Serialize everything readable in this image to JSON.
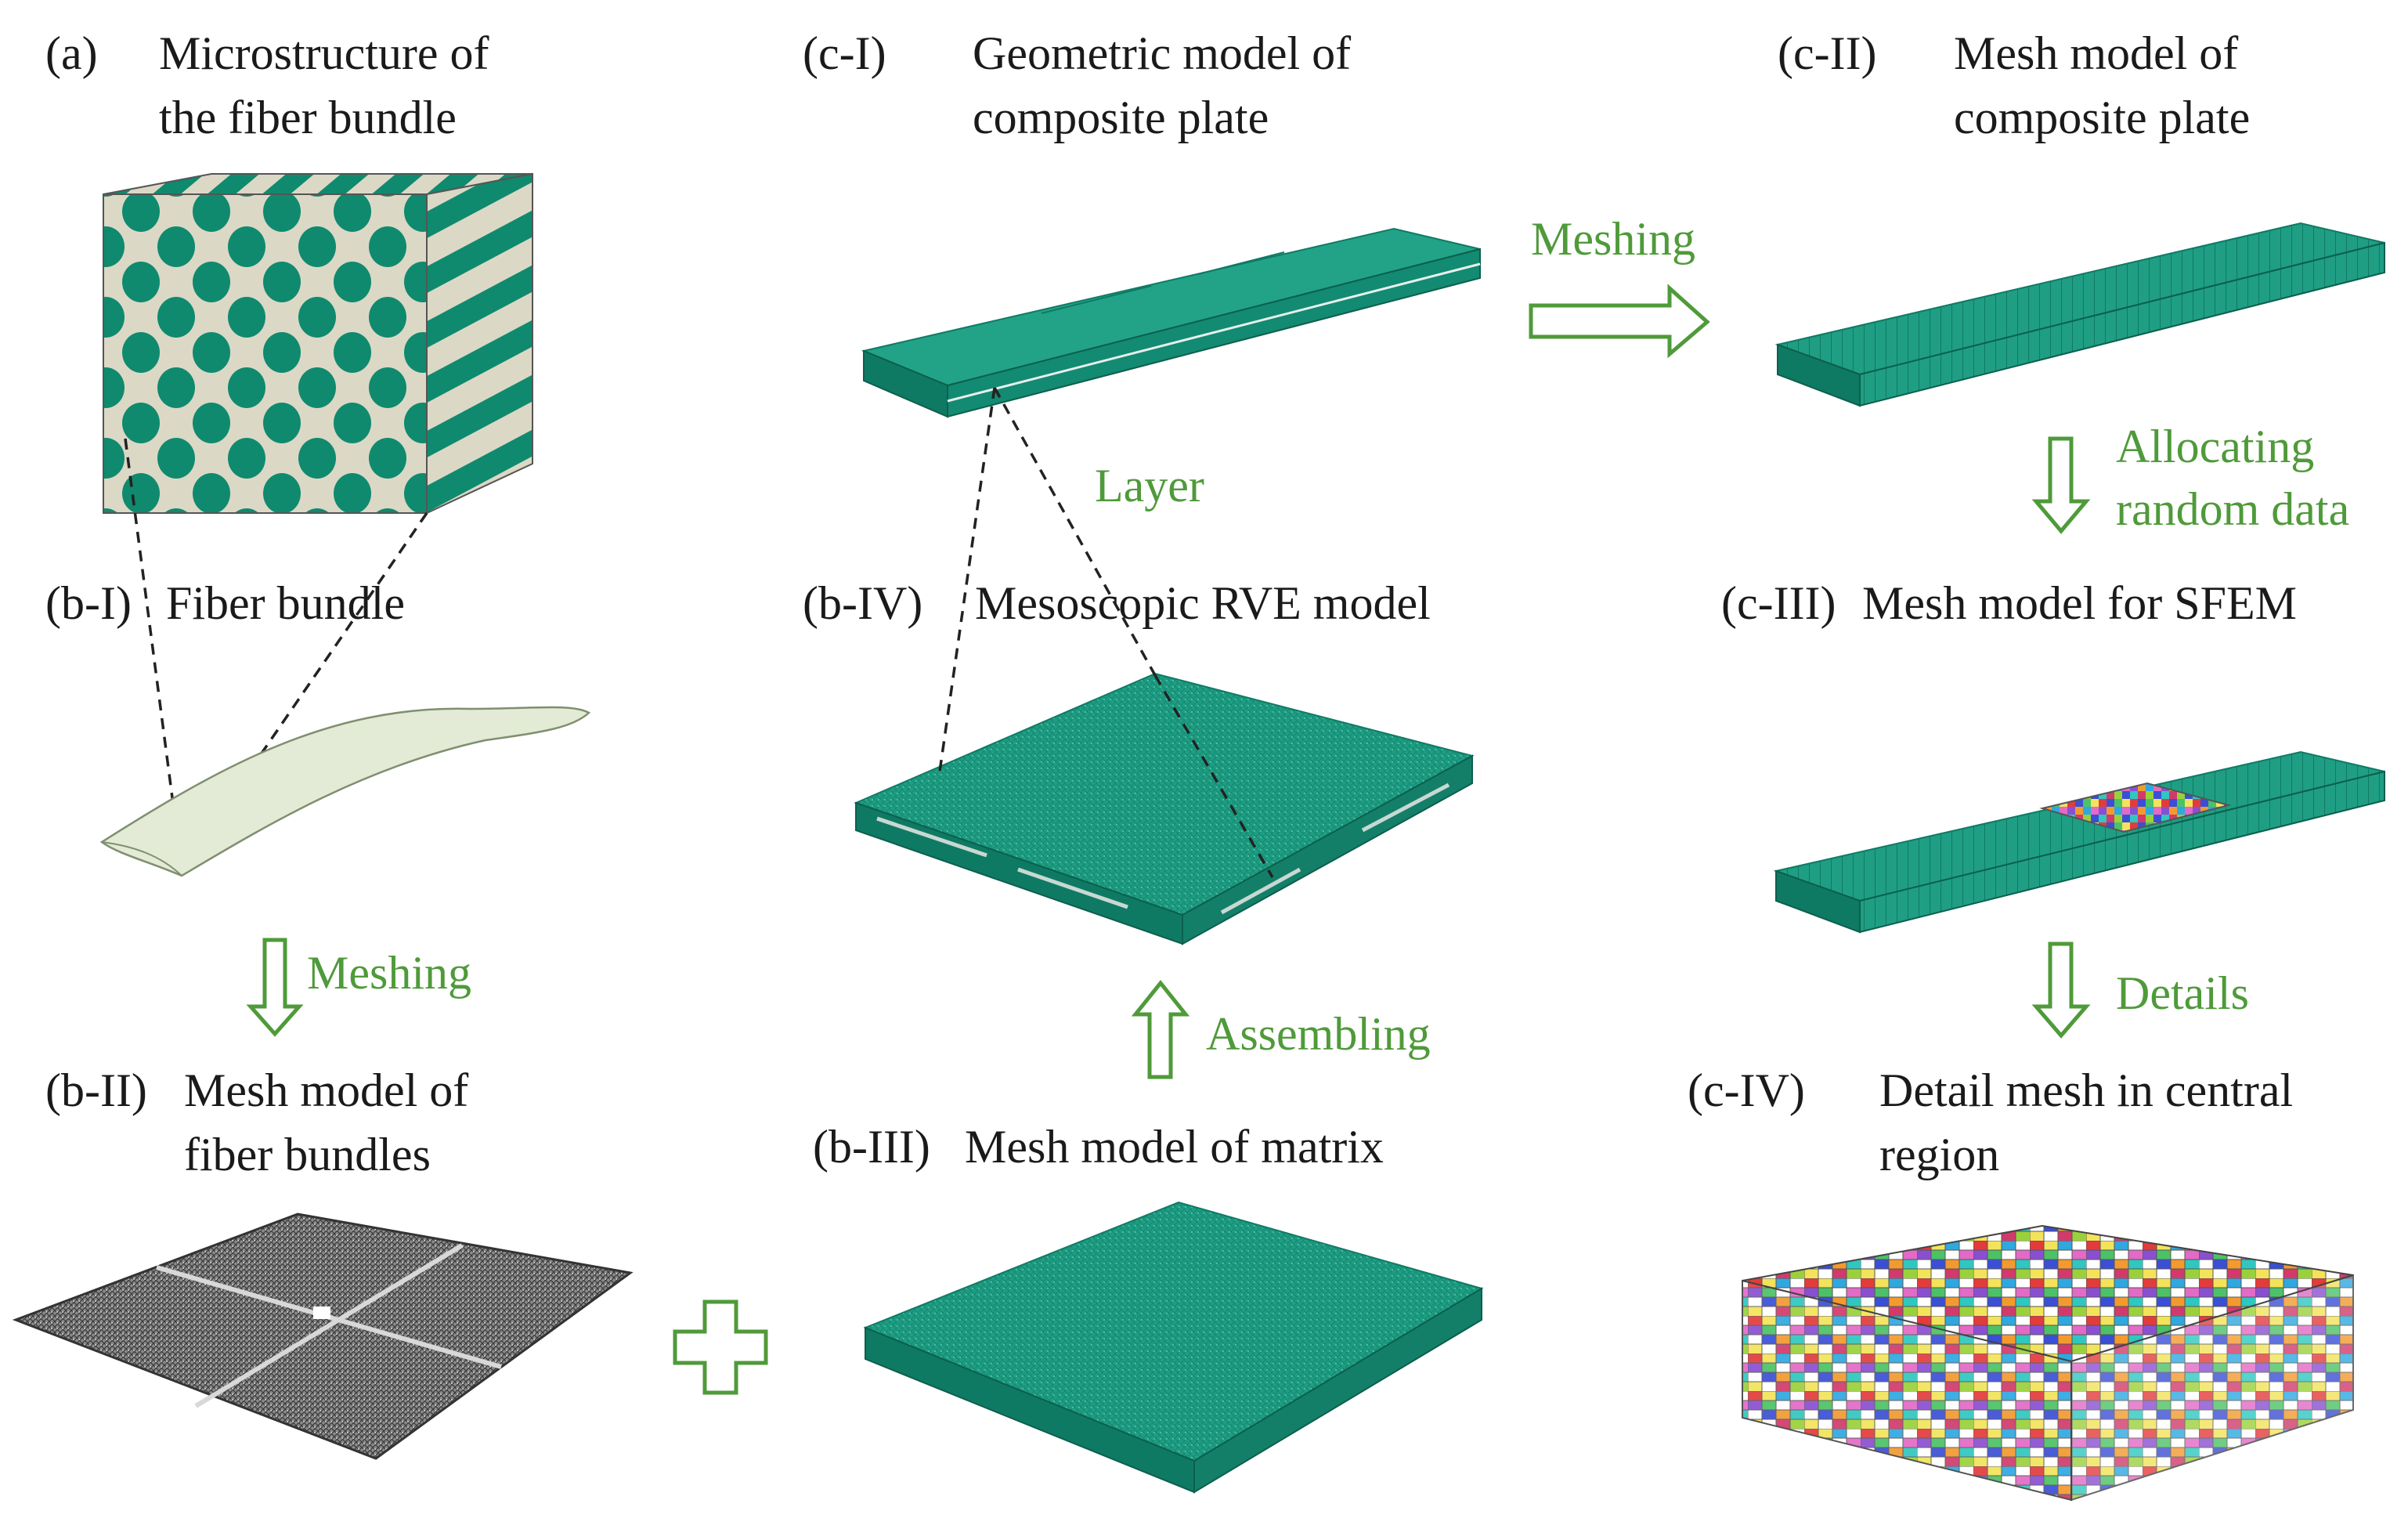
{
  "panels": {
    "a": {
      "tag": "(a)",
      "line1": "Microstructure of",
      "line2": "the fiber bundle"
    },
    "b1": {
      "tag": "(b-I)",
      "title": "Fiber bundle"
    },
    "b2": {
      "tag": "(b-II)",
      "line1": "Mesh model of",
      "line2": "fiber bundles"
    },
    "b3": {
      "tag": "(b-III)",
      "title": "Mesh model of matrix"
    },
    "b4": {
      "tag": "(b-IV)",
      "title": "Mesoscopic RVE model"
    },
    "c1": {
      "tag": "(c-I)",
      "line1": "Geometric model of",
      "line2": "composite plate"
    },
    "c2": {
      "tag": "(c-II)",
      "line1": "Mesh model of",
      "line2": "composite plate"
    },
    "c3": {
      "tag": "(c-III)",
      "title": "Mesh model for SFEM"
    },
    "c4": {
      "tag": "(c-IV)",
      "line1": "Detail mesh in central",
      "line2": "region"
    }
  },
  "arrows": {
    "meshing_left": "Meshing",
    "meshing_top": "Meshing",
    "assembling": "Assembling",
    "allocating_1": "Allocating",
    "allocating_2": "random data",
    "details": "Details",
    "layer": "Layer"
  },
  "colors": {
    "teal": "#1f9e84",
    "teal_dark": "#0f7a64",
    "beige": "#dcd8c6",
    "arrow_green": "#4f9a3a",
    "bundle_green": "#e3ead5"
  }
}
